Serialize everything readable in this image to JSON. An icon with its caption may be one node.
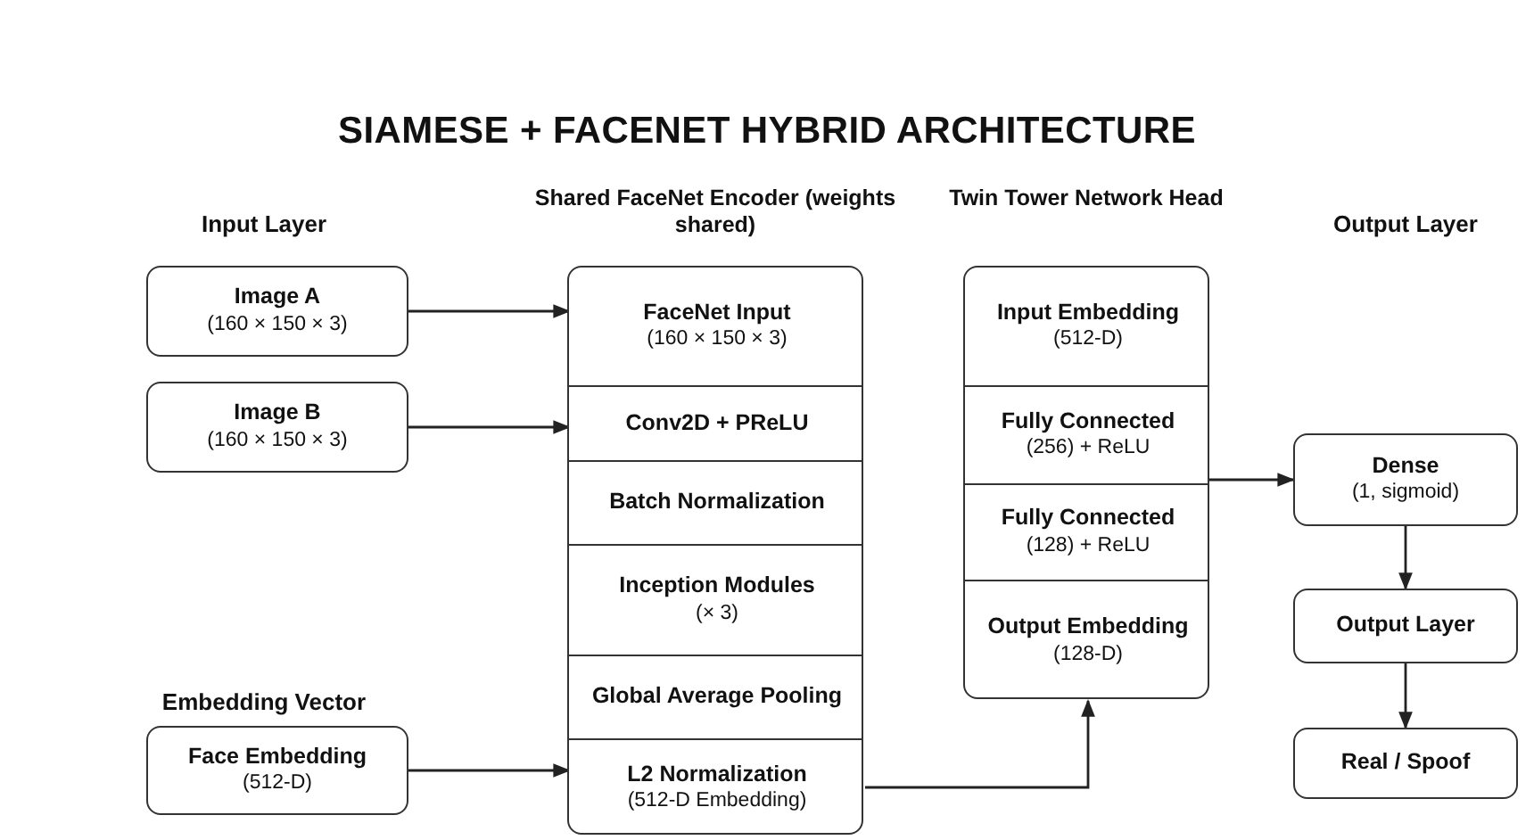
{
  "diagram": {
    "title": "SIAMESE + FACENET HYBRID ARCHITECTURE",
    "nodes": [
      {
        "text": [
          "Shared FaceNet Encoder (weights shared)"
        ]
      },
      {
        "text": [
          "FaceNet Input",
          "(160 × 150 × 3)"
        ],
        "in": 0
      },
      {
        "text": [
          "Conv2D + PReLU"
        ],
        "in": 0
      },
      {
        "text": [
          "Batch Normalization"
        ],
        "in": 0
      },
      {
        "text": [
          "Inception Modules",
          "(× 3)"
        ],
        "in": 0
      },
      {
        "text": [
          "Global Average Pooling"
        ],
        "in": 0
      },
      {
        "text": [
          "L2 Normalization",
          "(512-D Embedding)"
        ],
        "in": 0
      },
      {
        "text": [
          "Twin Tower Network Head"
        ]
      },
      {
        "text": [
          "Input Embedding",
          "(512-D)"
        ],
        "in": 7
      },
      {
        "text": [
          "Fully Connected",
          "(256) + ReLU"
        ],
        "in": 7
      },
      {
        "text": [
          "Fully Connected",
          "(128) + ReLU"
        ],
        "in": 7
      },
      {
        "text": [
          "Output Embedding",
          "(128-D)"
        ],
        "in": 7
      },
      {
        "text": [
          "Image A",
          "(160 × 150 × 3)"
        ]
      },
      {
        "text": [
          "Image B",
          "(160 × 150 × 3)"
        ]
      },
      {
        "text": [
          "Face Embedding",
          "(512-D)"
        ]
      },
      {
        "text": [
          "Dense",
          "(1, sigmoid)"
        ]
      },
      {
        "text": [
          "Output Layer"
        ]
      },
      {
        "text": [
          "Real / Spoof"
        ]
      }
    ],
    "edges": [
      {
        "from": 12,
        "to": 1,
        "arrow": "to"
      },
      {
        "from": 13,
        "to": 2,
        "arrow": "to"
      },
      {
        "from": 14,
        "to": 6,
        "arrow": "to"
      },
      {
        "from": 6,
        "to": 11,
        "arrow": "to"
      },
      {
        "from": 7,
        "to": 15,
        "arrow": "to"
      },
      {
        "from": 15,
        "to": 16,
        "arrow": "to"
      },
      {
        "from": 16,
        "to": 17,
        "arrow": "to"
      }
    ],
    "labels": [
      "Input Layer",
      "Output Layer",
      "Embedding Vector"
    ]
  }
}
